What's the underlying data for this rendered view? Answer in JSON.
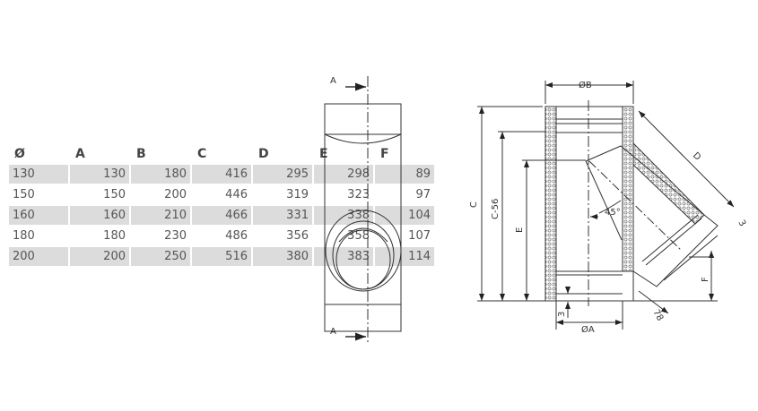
{
  "table": {
    "headers": [
      "Ø",
      "A",
      "B",
      "C",
      "D",
      "E",
      "F"
    ],
    "rows": [
      [
        "130",
        "130",
        "180",
        "416",
        "295",
        "298",
        "89"
      ],
      [
        "150",
        "150",
        "200",
        "446",
        "319",
        "323",
        "97"
      ],
      [
        "160",
        "160",
        "210",
        "466",
        "331",
        "338",
        "104"
      ],
      [
        "180",
        "180",
        "230",
        "486",
        "356",
        "358",
        "107"
      ],
      [
        "200",
        "200",
        "250",
        "516",
        "380",
        "383",
        "114"
      ]
    ]
  },
  "front_view": {
    "section_label_top": "A",
    "section_label_bottom": "A"
  },
  "side_view": {
    "dim_b": "ØB",
    "dim_a": "ØA",
    "dim_c": "C",
    "dim_c56": "C-56",
    "dim_e": "E",
    "dim_d": "D",
    "dim_f": "F",
    "angle": "45°",
    "dim_3_bottom": "3",
    "dim_78": "78",
    "dim_3_branch": "3"
  }
}
